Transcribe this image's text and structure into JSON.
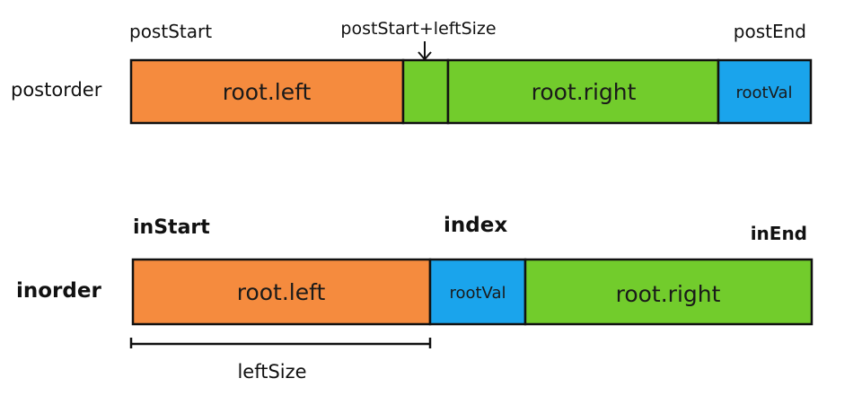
{
  "colors": {
    "left": "#f58b3e",
    "right": "#72cc2c",
    "root": "#1aa4ec",
    "border": "#111111"
  },
  "postorder": {
    "row_label": "postorder",
    "markers": {
      "start": "postStart",
      "middle": "postStart+leftSize",
      "end": "postEnd"
    },
    "segments": {
      "left": "root.left",
      "right": "root.right",
      "root": "rootVal"
    }
  },
  "inorder": {
    "row_label": "inorder",
    "markers": {
      "start": "inStart",
      "middle": "index",
      "end": "inEnd"
    },
    "segments": {
      "left": "root.left",
      "root": "rootVal",
      "right": "root.right"
    },
    "span_label": "leftSize"
  }
}
